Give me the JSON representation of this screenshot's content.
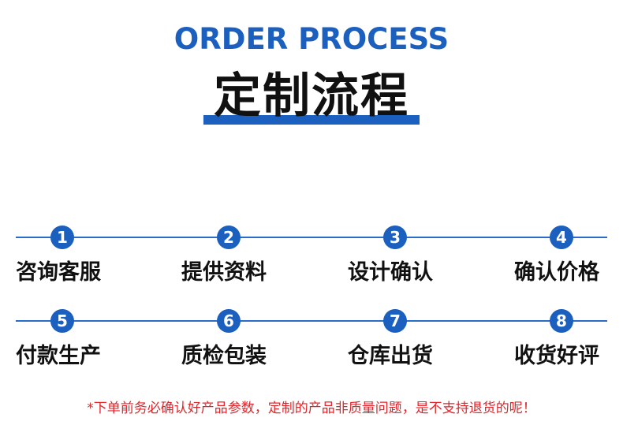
{
  "header": {
    "title_en": "ORDER PROCESS",
    "title_cn": "定制流程"
  },
  "steps": [
    {
      "number": "1",
      "label": "咨询客服"
    },
    {
      "number": "2",
      "label": "提供资料"
    },
    {
      "number": "3",
      "label": "设计确认"
    },
    {
      "number": "4",
      "label": "确认价格"
    },
    {
      "number": "5",
      "label": "付款生产"
    },
    {
      "number": "6",
      "label": "质检包装"
    },
    {
      "number": "7",
      "label": "仓库出货"
    },
    {
      "number": "8",
      "label": "收货好评"
    }
  ],
  "notice": "*下单前务必确认好产品参数，定制的产品非质量问题，是不支持退货的呢！",
  "colors": {
    "brand_blue": "#1b5fbf",
    "line_blue": "#2a6ccc",
    "notice_red": "#e0262b",
    "text_dark": "#111111"
  }
}
